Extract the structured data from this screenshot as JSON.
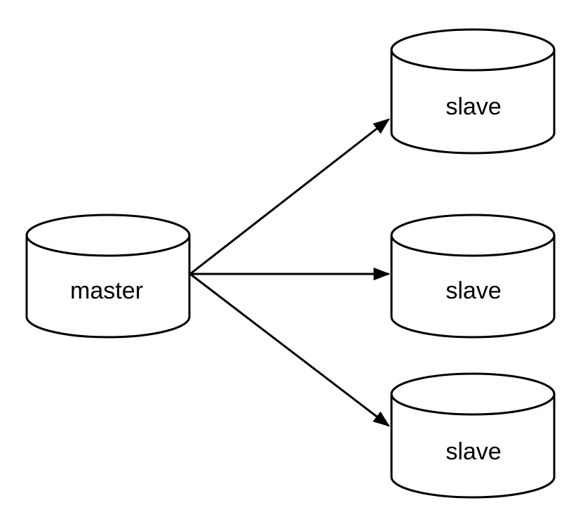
{
  "colors": {
    "background": "#ffffff",
    "node_fill": "#ffffff",
    "stroke": "#000000",
    "text": "#000000"
  },
  "diagram": {
    "type": "diagram",
    "description_of_shape": "database-cylinders-with-arrows",
    "nodes": [
      {
        "id": "master",
        "label": "master",
        "shape": "database-cylinder",
        "position": "left-middle"
      },
      {
        "id": "slave-top",
        "label": "slave",
        "shape": "database-cylinder",
        "position": "right-top"
      },
      {
        "id": "slave-middle",
        "label": "slave",
        "shape": "database-cylinder",
        "position": "right-middle"
      },
      {
        "id": "slave-bottom",
        "label": "slave",
        "shape": "database-cylinder",
        "position": "right-bottom"
      }
    ],
    "edges": [
      {
        "from": "master",
        "to": "slave-top",
        "style": "solid-arrow"
      },
      {
        "from": "master",
        "to": "slave-middle",
        "style": "solid-arrow"
      },
      {
        "from": "master",
        "to": "slave-bottom",
        "style": "solid-arrow"
      }
    ]
  }
}
